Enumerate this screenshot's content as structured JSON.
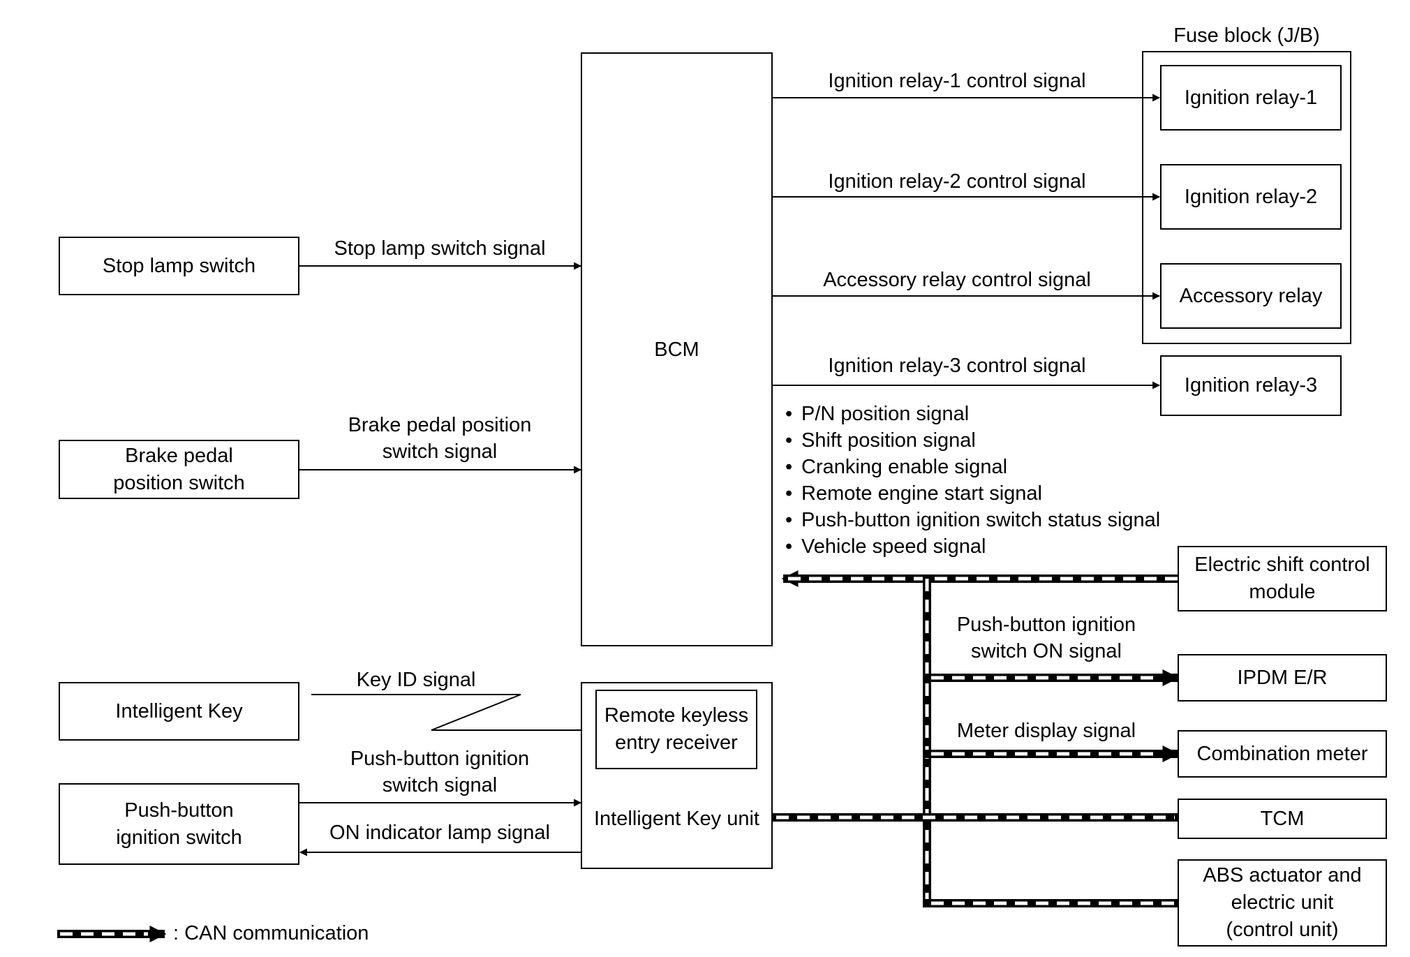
{
  "fuse_block": {
    "label": "Fuse block (J/B)"
  },
  "bcm": {
    "label": "BCM"
  },
  "ignition_relay_1": {
    "label": "Ignition relay-1",
    "signal": "Ignition relay-1 control signal"
  },
  "ignition_relay_2": {
    "label": "Ignition relay-2",
    "signal": "Ignition relay-2 control signal"
  },
  "accessory_relay": {
    "label": "Accessory relay",
    "signal": "Accessory relay control signal"
  },
  "ignition_relay_3": {
    "label": "Ignition relay-3",
    "signal": "Ignition relay-3 control signal"
  },
  "stop_lamp_switch": {
    "label": "Stop lamp switch",
    "signal": "Stop lamp switch signal"
  },
  "brake_pedal_switch": {
    "label": "Brake pedal\nposition switch",
    "signal": "Brake pedal position\nswitch signal"
  },
  "can_signals": [
    "P/N position signal",
    "Shift position signal",
    "Cranking enable signal",
    "Remote engine start signal",
    "Push-button ignition switch status signal",
    "Vehicle speed signal"
  ],
  "electric_shift_module": {
    "label": "Electric shift control\nmodule"
  },
  "ipdm": {
    "label": "IPDM E/R",
    "signal": "Push-button ignition\nswitch ON signal"
  },
  "combination_meter": {
    "label": "Combination meter",
    "signal": "Meter display signal"
  },
  "tcm": {
    "label": "TCM"
  },
  "abs": {
    "label": "ABS actuator and\nelectric unit\n(control unit)"
  },
  "intelligent_key": {
    "label": "Intelligent Key",
    "signal": "Key ID signal"
  },
  "remote_keyless_receiver": {
    "label": "Remote keyless\nentry receiver"
  },
  "intelligent_key_unit": {
    "label": "Intelligent Key unit"
  },
  "push_button_switch": {
    "label": "Push-button\nignition switch",
    "signal": "Push-button ignition\nswitch signal",
    "return_signal": "ON indicator lamp signal"
  },
  "legend": {
    "can_label": ": CAN communication"
  }
}
